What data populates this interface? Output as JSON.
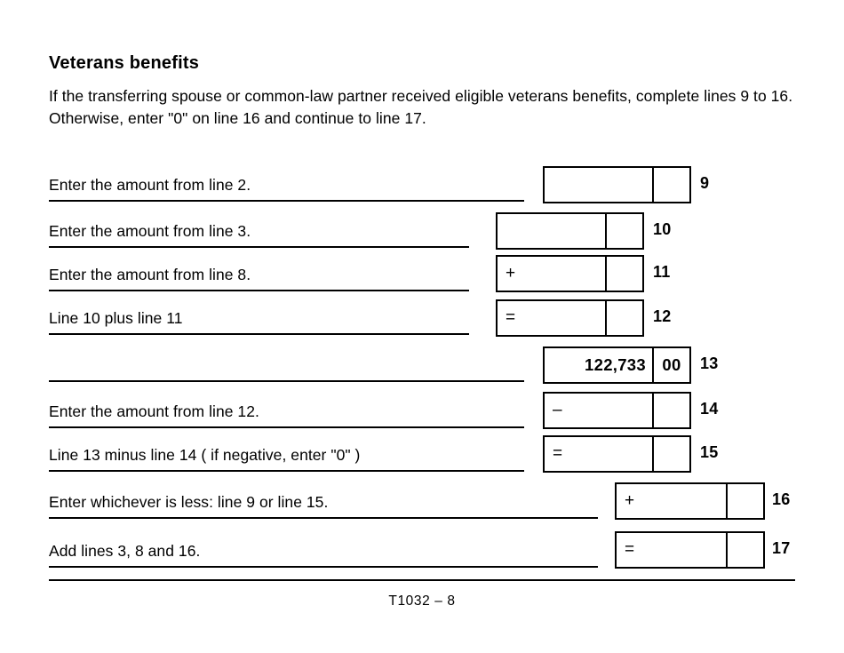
{
  "heading": "Veterans benefits",
  "intro": "If the transferring spouse or common-law partner received eligible veterans benefits, complete lines 9 to 16. Otherwise, enter \"0\" on line 16 and continue to line 17.",
  "rows": [
    {
      "label": "Enter the amount from line 2.",
      "operator": "",
      "dollars": "",
      "cents": "",
      "line_no": "9"
    },
    {
      "label": "Enter the amount from line 3.",
      "operator": "",
      "dollars": "",
      "cents": "",
      "line_no": "10"
    },
    {
      "label": "Enter the amount from line 8.",
      "operator": "+",
      "dollars": "",
      "cents": "",
      "line_no": "11"
    },
    {
      "label": "Line 10 plus line 11",
      "operator": "=",
      "dollars": "",
      "cents": "",
      "line_no": "12"
    },
    {
      "label": "",
      "operator": "",
      "dollars": "122,733",
      "cents": "00",
      "line_no": "13"
    },
    {
      "label": "Enter the amount from line 12.",
      "operator": "–",
      "dollars": "",
      "cents": "",
      "line_no": "14"
    },
    {
      "label": "Line 13 minus line 14 ( if negative, enter \"0\" )",
      "operator": "=",
      "dollars": "",
      "cents": "",
      "line_no": "15"
    },
    {
      "label": "Enter whichever is less: line 9 or line 15.",
      "operator": "+",
      "dollars": "",
      "cents": "",
      "line_no": "16"
    },
    {
      "label": "Add lines 3, 8 and 16.",
      "operator": "=",
      "dollars": "",
      "cents": "",
      "line_no": "17"
    }
  ],
  "footer": "T1032 – 8",
  "colors": {
    "ink": "#000000",
    "paper": "#ffffff"
  }
}
